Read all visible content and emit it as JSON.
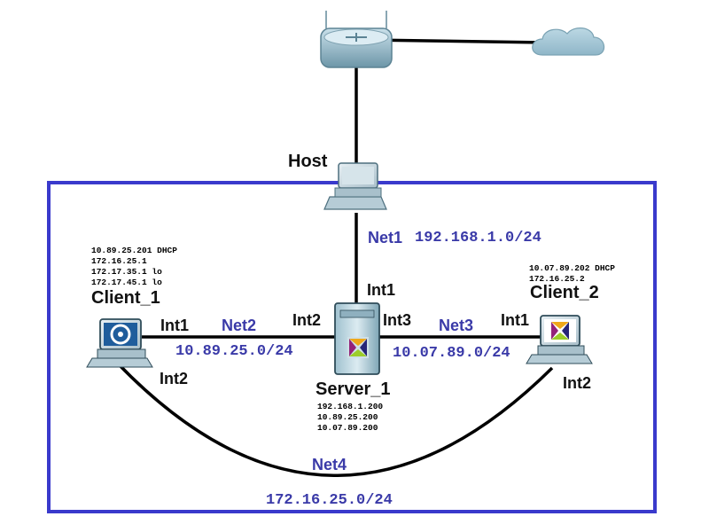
{
  "host": {
    "label": "Host"
  },
  "net1": {
    "name": "Net1",
    "subnet": "192.168.1.0/24"
  },
  "net2": {
    "name": "Net2",
    "subnet": "10.89.25.0/24"
  },
  "net3": {
    "name": "Net3",
    "subnet": "10.07.89.0/24"
  },
  "net4": {
    "name": "Net4",
    "subnet": "172.16.25.0/24"
  },
  "client1": {
    "name": "Client_1",
    "addresses": [
      "10.89.25.201 DHCP",
      "172.16.25.1",
      "172.17.35.1 lo",
      "172.17.45.1 lo"
    ],
    "int1": "Int1",
    "int2": "Int2"
  },
  "client2": {
    "name": "Client_2",
    "addresses": [
      "10.07.89.202 DHCP",
      "172.16.25.2"
    ],
    "int1": "Int1",
    "int2": "Int2"
  },
  "server1": {
    "name": "Server_1",
    "addresses": [
      "192.168.1.200",
      "10.89.25.200",
      "10.07.89.200"
    ],
    "int1": "Int1",
    "int2": "Int2",
    "int3": "Int3"
  },
  "colors": {
    "network_label": "#3a3aa8",
    "boundary": "#3a3acc",
    "link": "#000000"
  },
  "icons": [
    "router-icon",
    "cloud-icon",
    "host-pc-icon",
    "client1-pc-icon",
    "server-tower-icon",
    "client2-pc-icon"
  ]
}
